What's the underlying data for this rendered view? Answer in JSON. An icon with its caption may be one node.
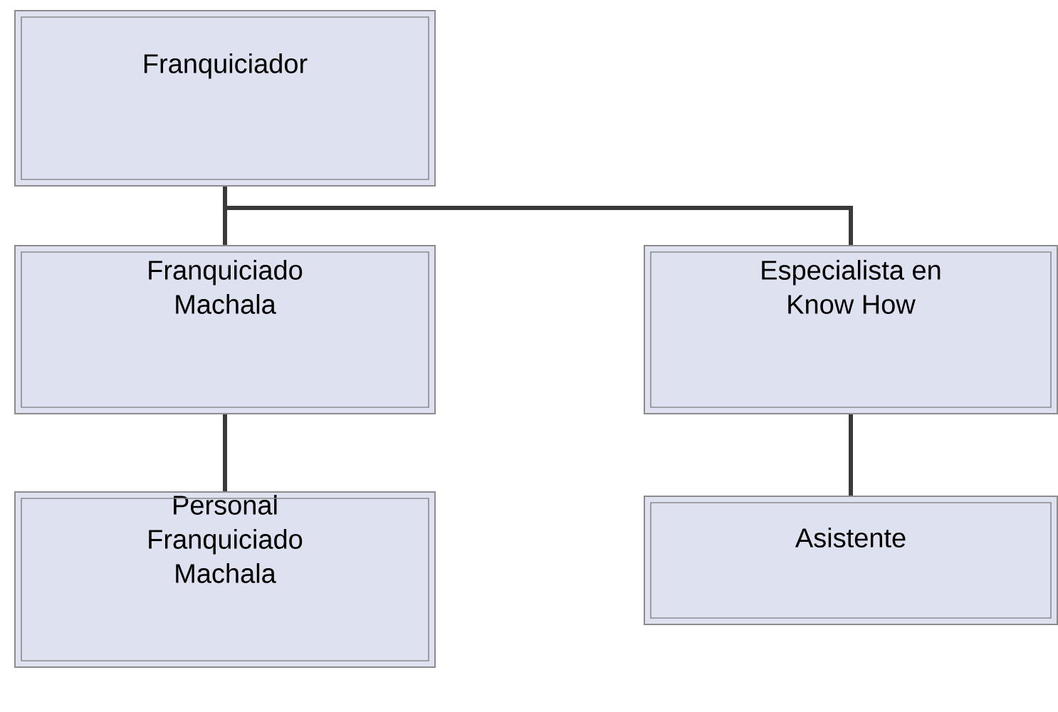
{
  "diagram": {
    "nodes": [
      {
        "text": [
          "Franquiciador"
        ]
      },
      {
        "text": [
          "Franquiciado Machala"
        ]
      },
      {
        "text": [
          "Especialista en Know How"
        ]
      },
      {
        "text": [
          "Personal Franquiciado Machala"
        ]
      },
      {
        "text": [
          "Asistente"
        ]
      }
    ],
    "edges": [
      {
        "from": 0,
        "to": 1,
        "arrow": "none"
      },
      {
        "from": 0,
        "to": 2,
        "arrow": "none"
      },
      {
        "from": 1,
        "to": 3,
        "arrow": "none"
      },
      {
        "from": 2,
        "to": 4,
        "arrow": "none"
      }
    ]
  }
}
